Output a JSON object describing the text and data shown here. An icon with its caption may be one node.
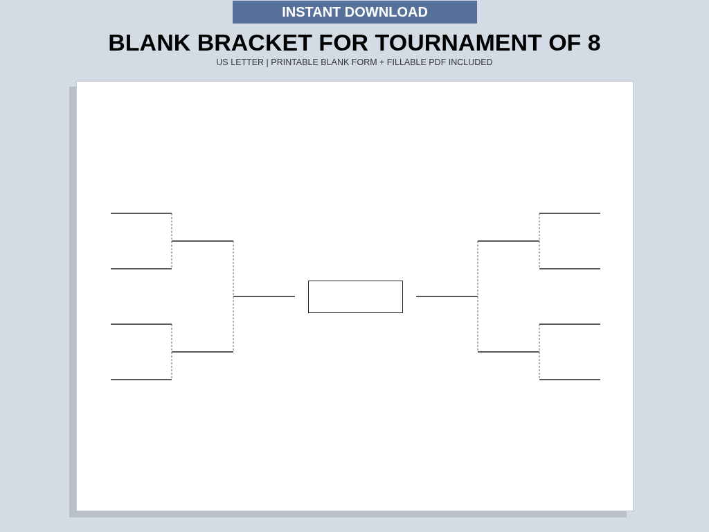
{
  "diagram": {
    "title": "BLANK BRACKET FOR TOURNAMENT OF 8",
    "nodes": [
      {
        "text": [],
        "shape": "box"
      }
    ],
    "labels": [
      "INSTANT DOWNLOAD",
      "US LETTER | PRINTABLE BLANK FORM + FILLABLE PDF INCLUDED"
    ]
  }
}
